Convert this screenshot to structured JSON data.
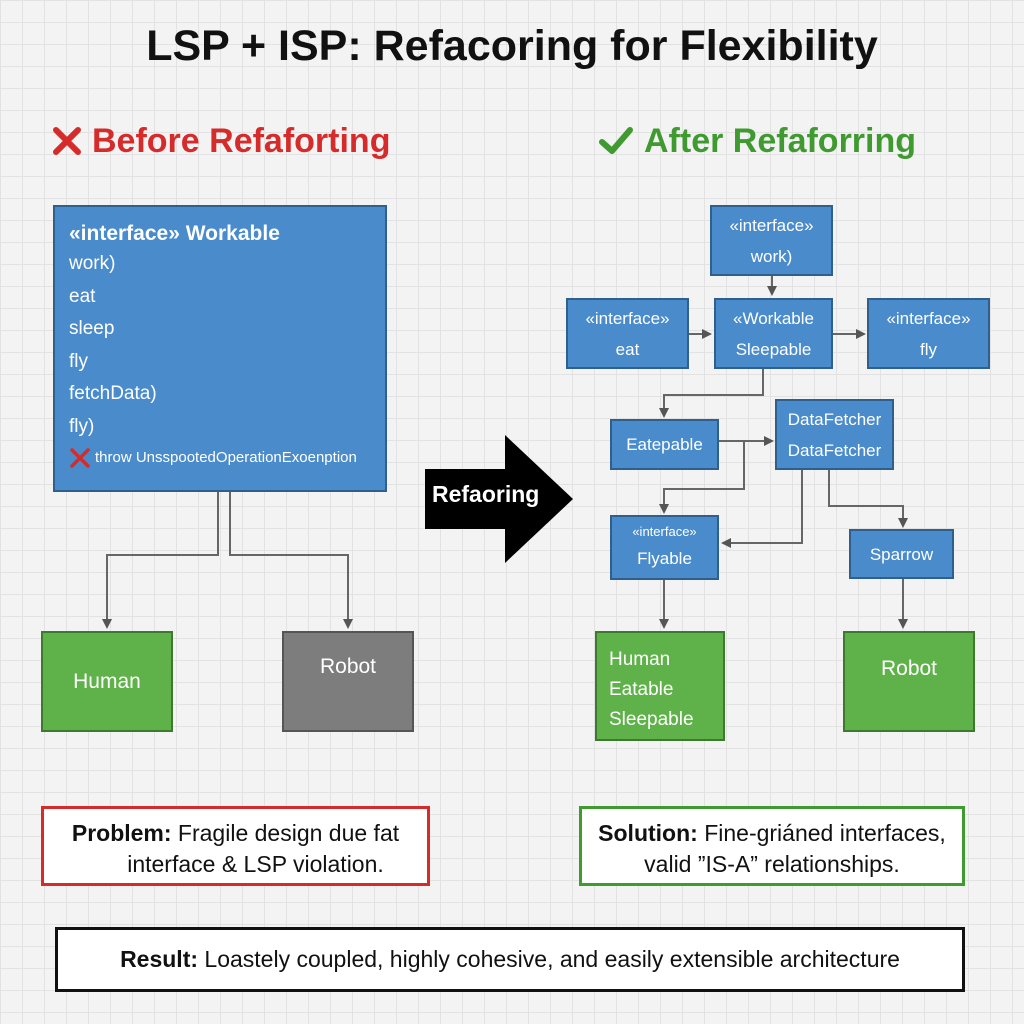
{
  "title": "LSP + ISP: Refacoring for Flexibility",
  "before": {
    "header": "Before Refaforting",
    "fat_interface": {
      "title": "«interface» Workable",
      "methods": [
        "work)",
        "eat",
        "sleep",
        "fly",
        "fetchData)",
        "fly)"
      ],
      "exception": "throw UnsspootedOperationExoenption"
    },
    "human_label": "Human",
    "robot_label": "Robot"
  },
  "arrow_label": "Refaoring",
  "after": {
    "header": "After Refaforring",
    "work_box": {
      "line1": "«interface»",
      "line2": "work)"
    },
    "eat_box": {
      "line1": "«interface»",
      "line2": "eat"
    },
    "workable_box": {
      "line1": "«Workable",
      "line2": "Sleepable"
    },
    "fly_box": {
      "line1": "«interface»",
      "line2": "fly"
    },
    "eatepable_box": {
      "line1": "Eatepable"
    },
    "datafetcher_box": {
      "line1": "DataFetcher",
      "line2": "DataFetcher"
    },
    "flyable_box": {
      "line1": "«interface»",
      "line2": "Flyable"
    },
    "sparrow_box": {
      "line1": "Sparrow"
    },
    "human_box": {
      "line1": "Human",
      "line2": "Eatable",
      "line3": "Sleepable"
    },
    "robot_box": {
      "line1": "Robot"
    }
  },
  "problem": {
    "label": "Problem:",
    "text": " Fragile design due fat",
    "text2": "interface & LSP violation."
  },
  "solution": {
    "label": "Solution:",
    "text": " Fine-griáned interfaces,",
    "text2": "valid ”IS-A” relationships."
  },
  "result": {
    "label": "Result:",
    "text": " Loastely coupled, highly cohesive, and easily extensible architecture"
  },
  "colors": {
    "bad": "#d62b2b",
    "good": "#3f9a2f",
    "interface_blue": "#4a8bcb",
    "class_green": "#5fb24a",
    "robot_gray": "#7d7d7d"
  }
}
